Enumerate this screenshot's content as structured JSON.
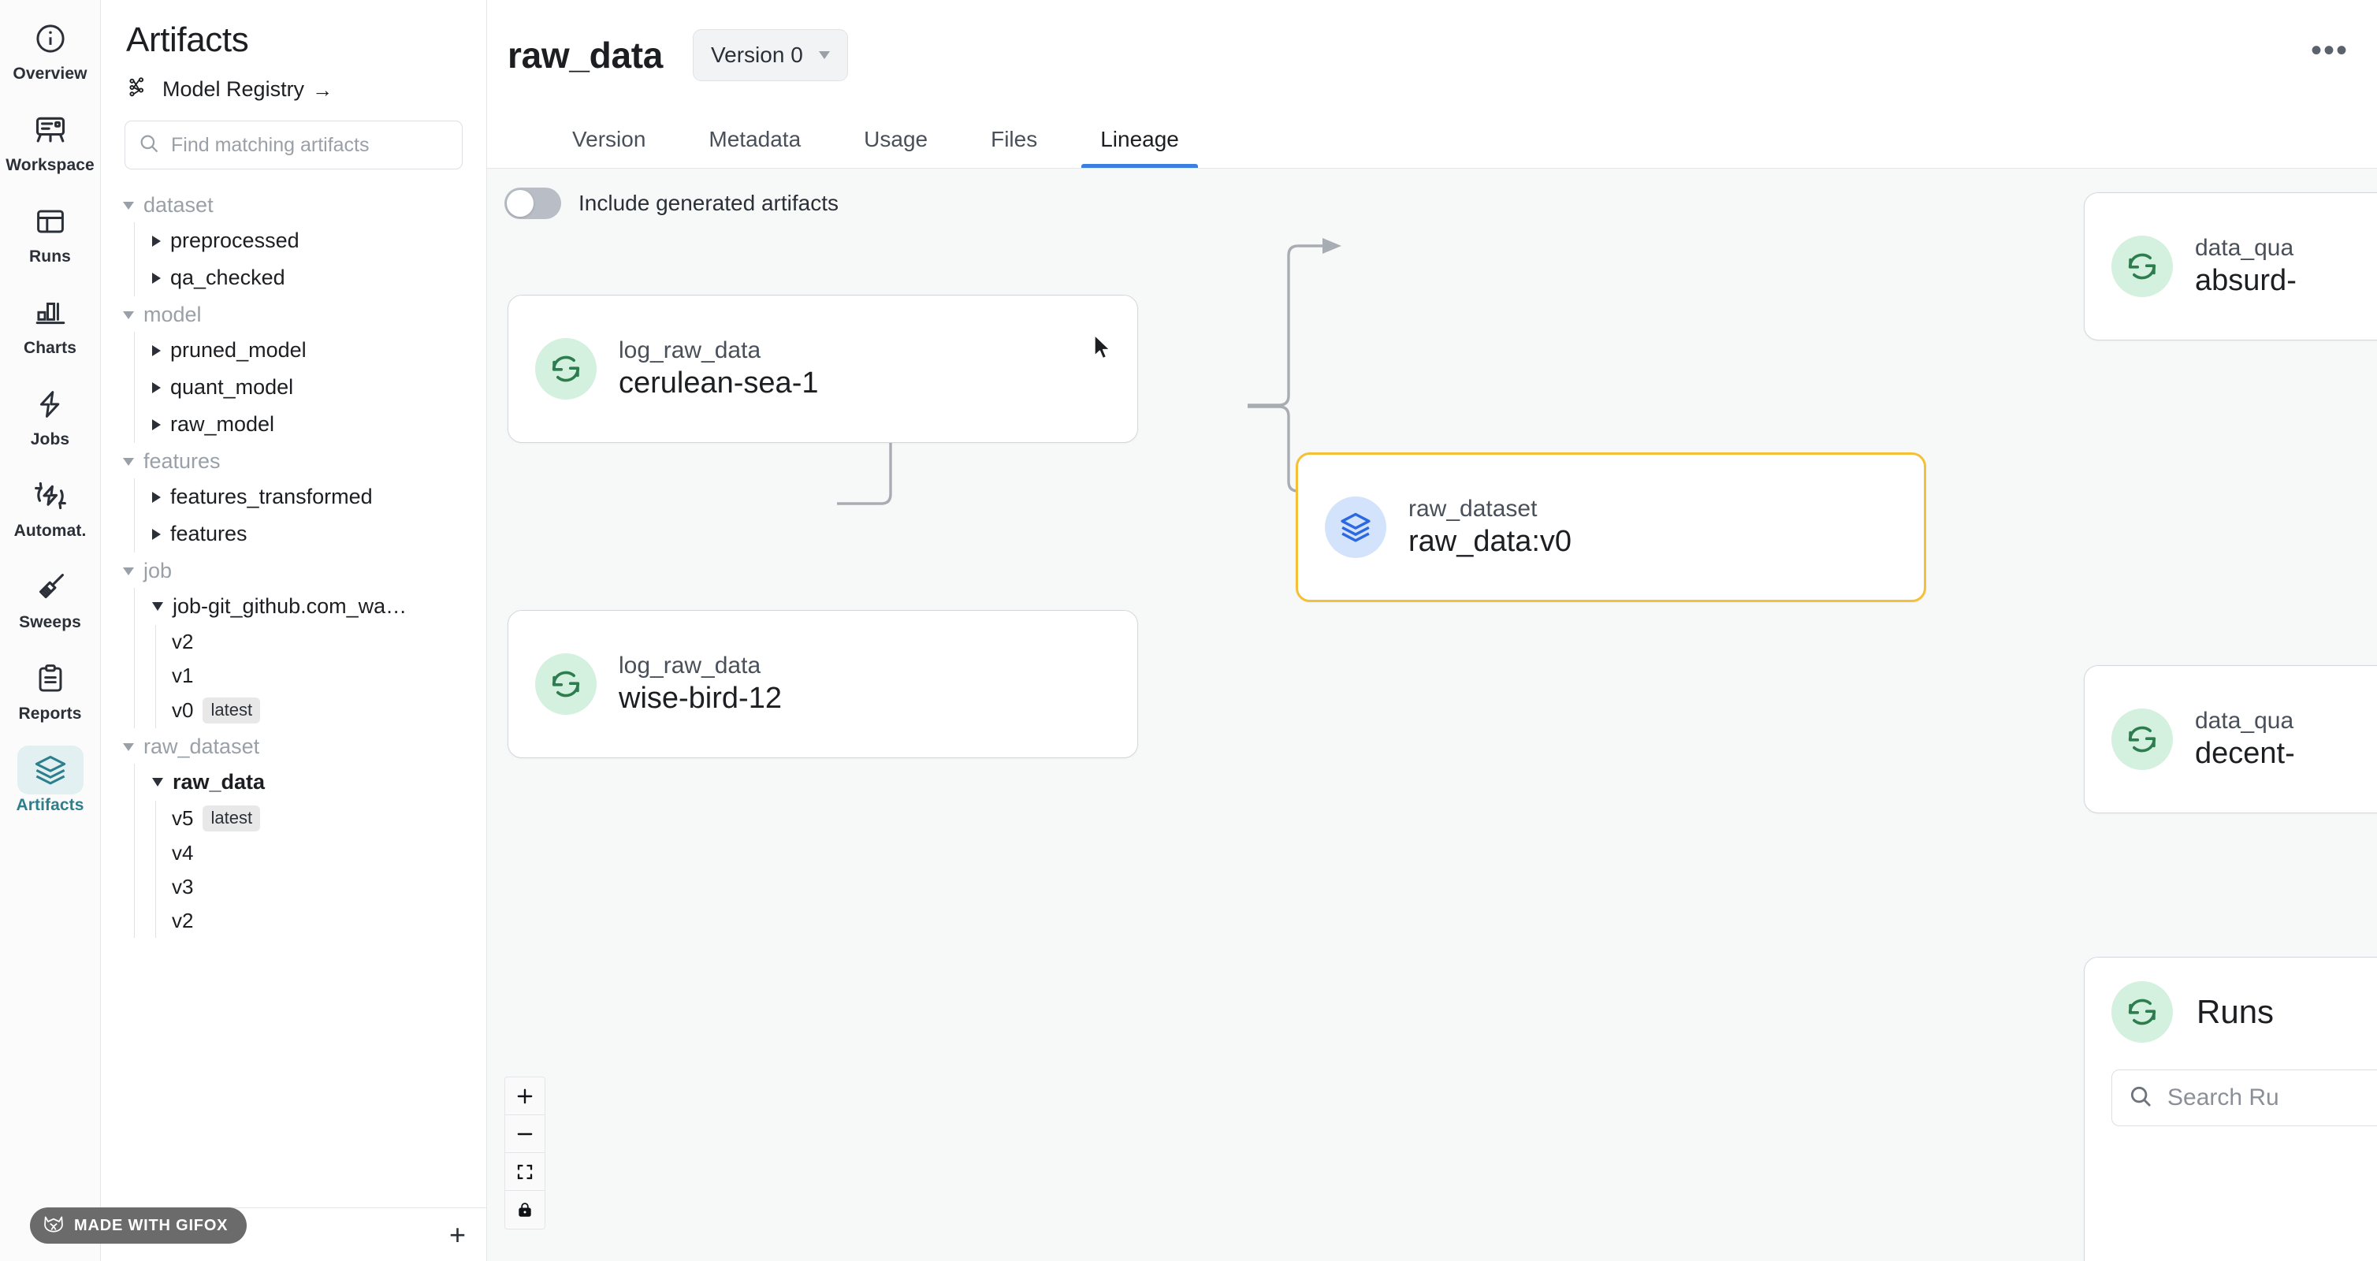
{
  "rail": {
    "items": [
      {
        "label": "Overview",
        "icon": "info-circle-icon",
        "active": false
      },
      {
        "label": "Workspace",
        "icon": "workspace-icon",
        "active": false
      },
      {
        "label": "Runs",
        "icon": "table-icon",
        "active": false
      },
      {
        "label": "Charts",
        "icon": "bar-chart-icon",
        "active": false
      },
      {
        "label": "Jobs",
        "icon": "bolt-icon",
        "active": false
      },
      {
        "label": "Automat.",
        "icon": "automation-icon",
        "active": false
      },
      {
        "label": "Sweeps",
        "icon": "broom-icon",
        "active": false
      },
      {
        "label": "Reports",
        "icon": "clipboard-icon",
        "active": false
      },
      {
        "label": "Artifacts",
        "icon": "layers-icon",
        "active": true
      }
    ]
  },
  "panel": {
    "title": "Artifacts",
    "registry_label": "Model Registry",
    "registry_arrow": "→",
    "search_placeholder": "Find matching artifacts",
    "search_value": "",
    "add_button": "+",
    "groups": [
      {
        "name": "dataset",
        "expanded": true,
        "nodes": [
          {
            "name": "preprocessed",
            "expanded": false,
            "selected": false,
            "versions": []
          },
          {
            "name": "qa_checked",
            "expanded": false,
            "selected": false,
            "versions": []
          }
        ]
      },
      {
        "name": "model",
        "expanded": true,
        "nodes": [
          {
            "name": "pruned_model",
            "expanded": false,
            "selected": false,
            "versions": []
          },
          {
            "name": "quant_model",
            "expanded": false,
            "selected": false,
            "versions": []
          },
          {
            "name": "raw_model",
            "expanded": false,
            "selected": false,
            "versions": []
          }
        ]
      },
      {
        "name": "features",
        "expanded": true,
        "nodes": [
          {
            "name": "features_transformed",
            "expanded": false,
            "selected": false,
            "versions": []
          },
          {
            "name": "features",
            "expanded": false,
            "selected": false,
            "versions": []
          }
        ]
      },
      {
        "name": "job",
        "expanded": true,
        "nodes": [
          {
            "name": "job-git_github.com_wa…",
            "expanded": true,
            "selected": false,
            "versions": [
              {
                "label": "v2",
                "tag": ""
              },
              {
                "label": "v1",
                "tag": ""
              },
              {
                "label": "v0",
                "tag": "latest"
              }
            ]
          }
        ]
      },
      {
        "name": "raw_dataset",
        "expanded": true,
        "nodes": [
          {
            "name": "raw_data",
            "expanded": true,
            "selected": true,
            "versions": [
              {
                "label": "v5",
                "tag": "latest"
              },
              {
                "label": "v4",
                "tag": ""
              },
              {
                "label": "v3",
                "tag": ""
              },
              {
                "label": "v2",
                "tag": ""
              }
            ]
          }
        ]
      }
    ]
  },
  "header": {
    "artifact_name": "raw_data",
    "version_selector": "Version 0",
    "overflow_menu": "•••"
  },
  "tabs": [
    {
      "label": "Version",
      "active": false
    },
    {
      "label": "Metadata",
      "active": false
    },
    {
      "label": "Usage",
      "active": false
    },
    {
      "label": "Files",
      "active": false
    },
    {
      "label": "Lineage",
      "active": true
    }
  ],
  "lineage": {
    "toggle_label": "Include generated artifacts",
    "toggle_on": false,
    "nodes": [
      {
        "id": "cerulean",
        "type": "log_raw_data",
        "name": "cerulean-sea-1",
        "kind": "run",
        "selected": false
      },
      {
        "id": "wisebird",
        "type": "log_raw_data",
        "name": "wise-bird-12",
        "kind": "run",
        "selected": false
      },
      {
        "id": "rawds",
        "type": "raw_dataset",
        "name": "raw_data:v0",
        "kind": "dataset",
        "selected": true
      },
      {
        "id": "absurd",
        "type": "data_qua",
        "name": "absurd-",
        "kind": "run",
        "selected": false
      },
      {
        "id": "decent",
        "type": "data_qua",
        "name": "decent-",
        "kind": "run",
        "selected": false
      }
    ],
    "runs_panel": {
      "title": "Runs",
      "search_placeholder": "Search Ru"
    },
    "zoom_controls": [
      {
        "name": "zoom-in",
        "glyph": "+"
      },
      {
        "name": "zoom-out",
        "glyph": "−"
      },
      {
        "name": "fit-view",
        "glyph": ""
      },
      {
        "name": "lock-view",
        "glyph": ""
      }
    ]
  },
  "watermark": {
    "text": "MADE WITH GIFOX"
  },
  "colors": {
    "accent_blue": "#3b7fe0",
    "selected_node_border": "#f4c037",
    "artifact_teal": "#2d7f8c",
    "run_icon_bg": "#d4f0de",
    "run_icon_fg": "#2e7d4f",
    "dataset_icon_bg": "#d3e3fb",
    "dataset_icon_fg": "#2c68e0",
    "canvas_bg": "#f7f8f8"
  }
}
